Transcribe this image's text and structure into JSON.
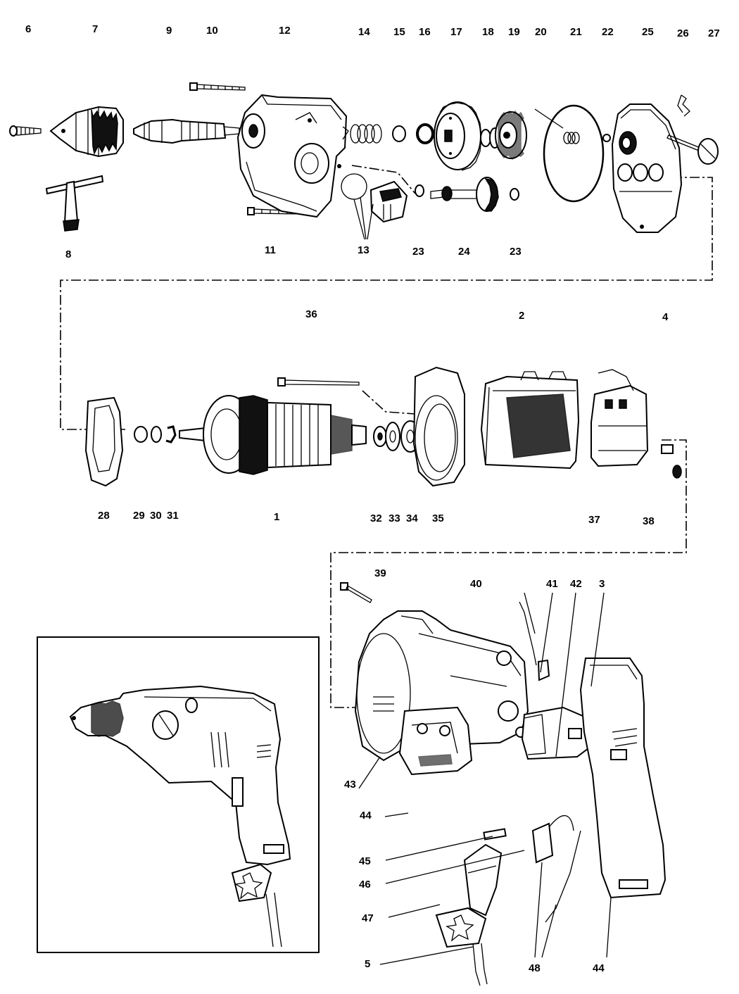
{
  "labels": [
    "6",
    "7",
    "9",
    "10",
    "12",
    "14",
    "15",
    "16",
    "17",
    "18",
    "19",
    "20",
    "21",
    "22",
    "25",
    "26",
    "27",
    "8",
    "11",
    "13",
    "23",
    "24",
    "23",
    "36",
    "2",
    "4",
    "28",
    "29",
    "30",
    "31",
    "1",
    "32",
    "33",
    "34",
    "35",
    "37",
    "38",
    "39",
    "40",
    "41",
    "42",
    "3",
    "43",
    "44",
    "45",
    "46",
    "47",
    "5",
    "48",
    "44"
  ]
}
